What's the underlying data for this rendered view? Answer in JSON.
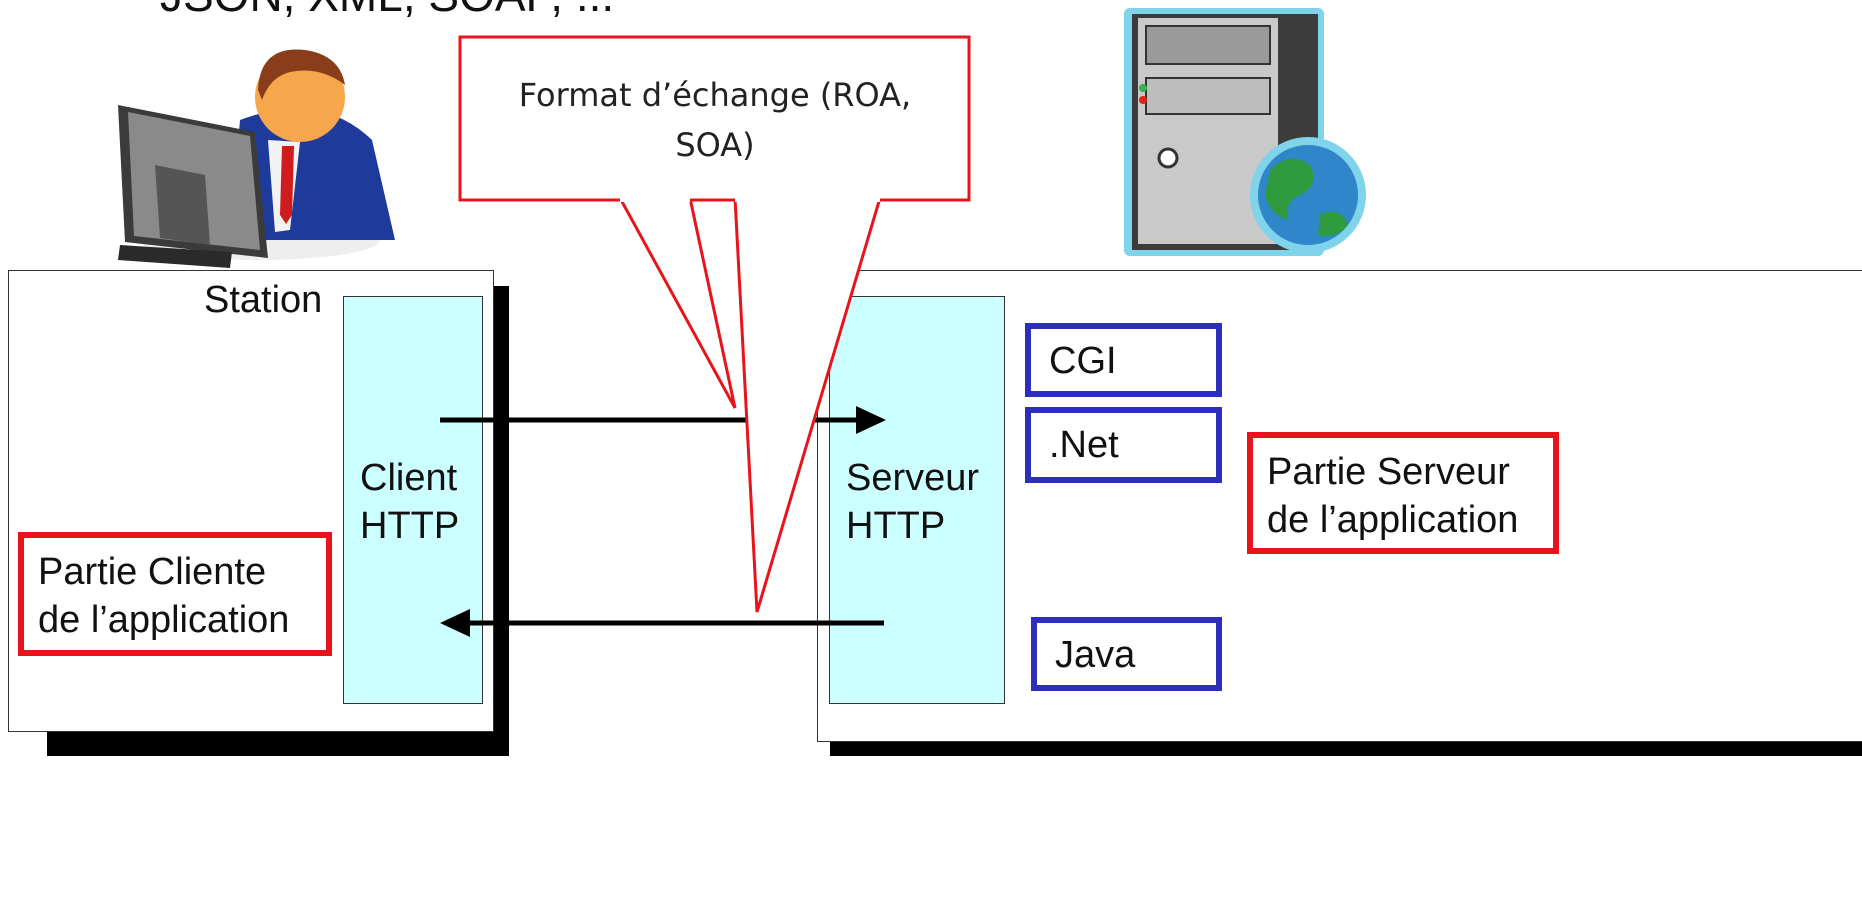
{
  "header": {
    "cut_text": "JSON, XML, SOAP, ..."
  },
  "callout": {
    "text": "Format d’échange (ROA, SOA)",
    "border_color": "#e8141c"
  },
  "station": {
    "label": "Station",
    "client_http": "Client HTTP",
    "client_part": "Partie Cliente de l’application"
  },
  "server": {
    "server_http": "Serveur HTTP",
    "technologies": [
      "CGI",
      ".Net",
      "Java"
    ],
    "server_part": "Partie Serveur de l’application"
  },
  "icons": {
    "user": "user-at-computer-icon",
    "server": "server-tower-globe-icon"
  },
  "colors": {
    "cyan": "#ccffff",
    "red": "#e8141c",
    "blue": "#2e2ebd"
  }
}
